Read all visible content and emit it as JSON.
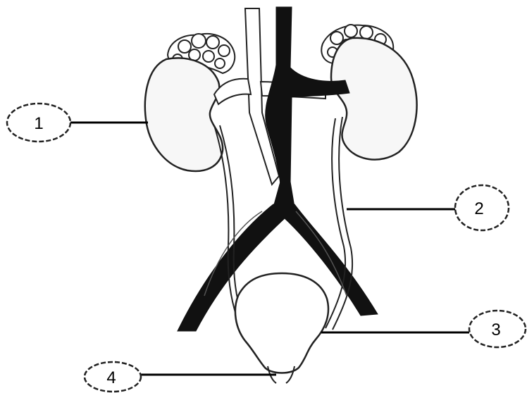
{
  "callouts": [
    {
      "id": "1",
      "label": "1"
    },
    {
      "id": "2",
      "label": "2"
    },
    {
      "id": "3",
      "label": "3"
    },
    {
      "id": "4",
      "label": "4"
    }
  ],
  "colors": {
    "vein": "#111111",
    "outline": "#222222",
    "organ_fill": "#f7f7f7",
    "fat_fill": "#ffffff",
    "background": "#ffffff"
  }
}
